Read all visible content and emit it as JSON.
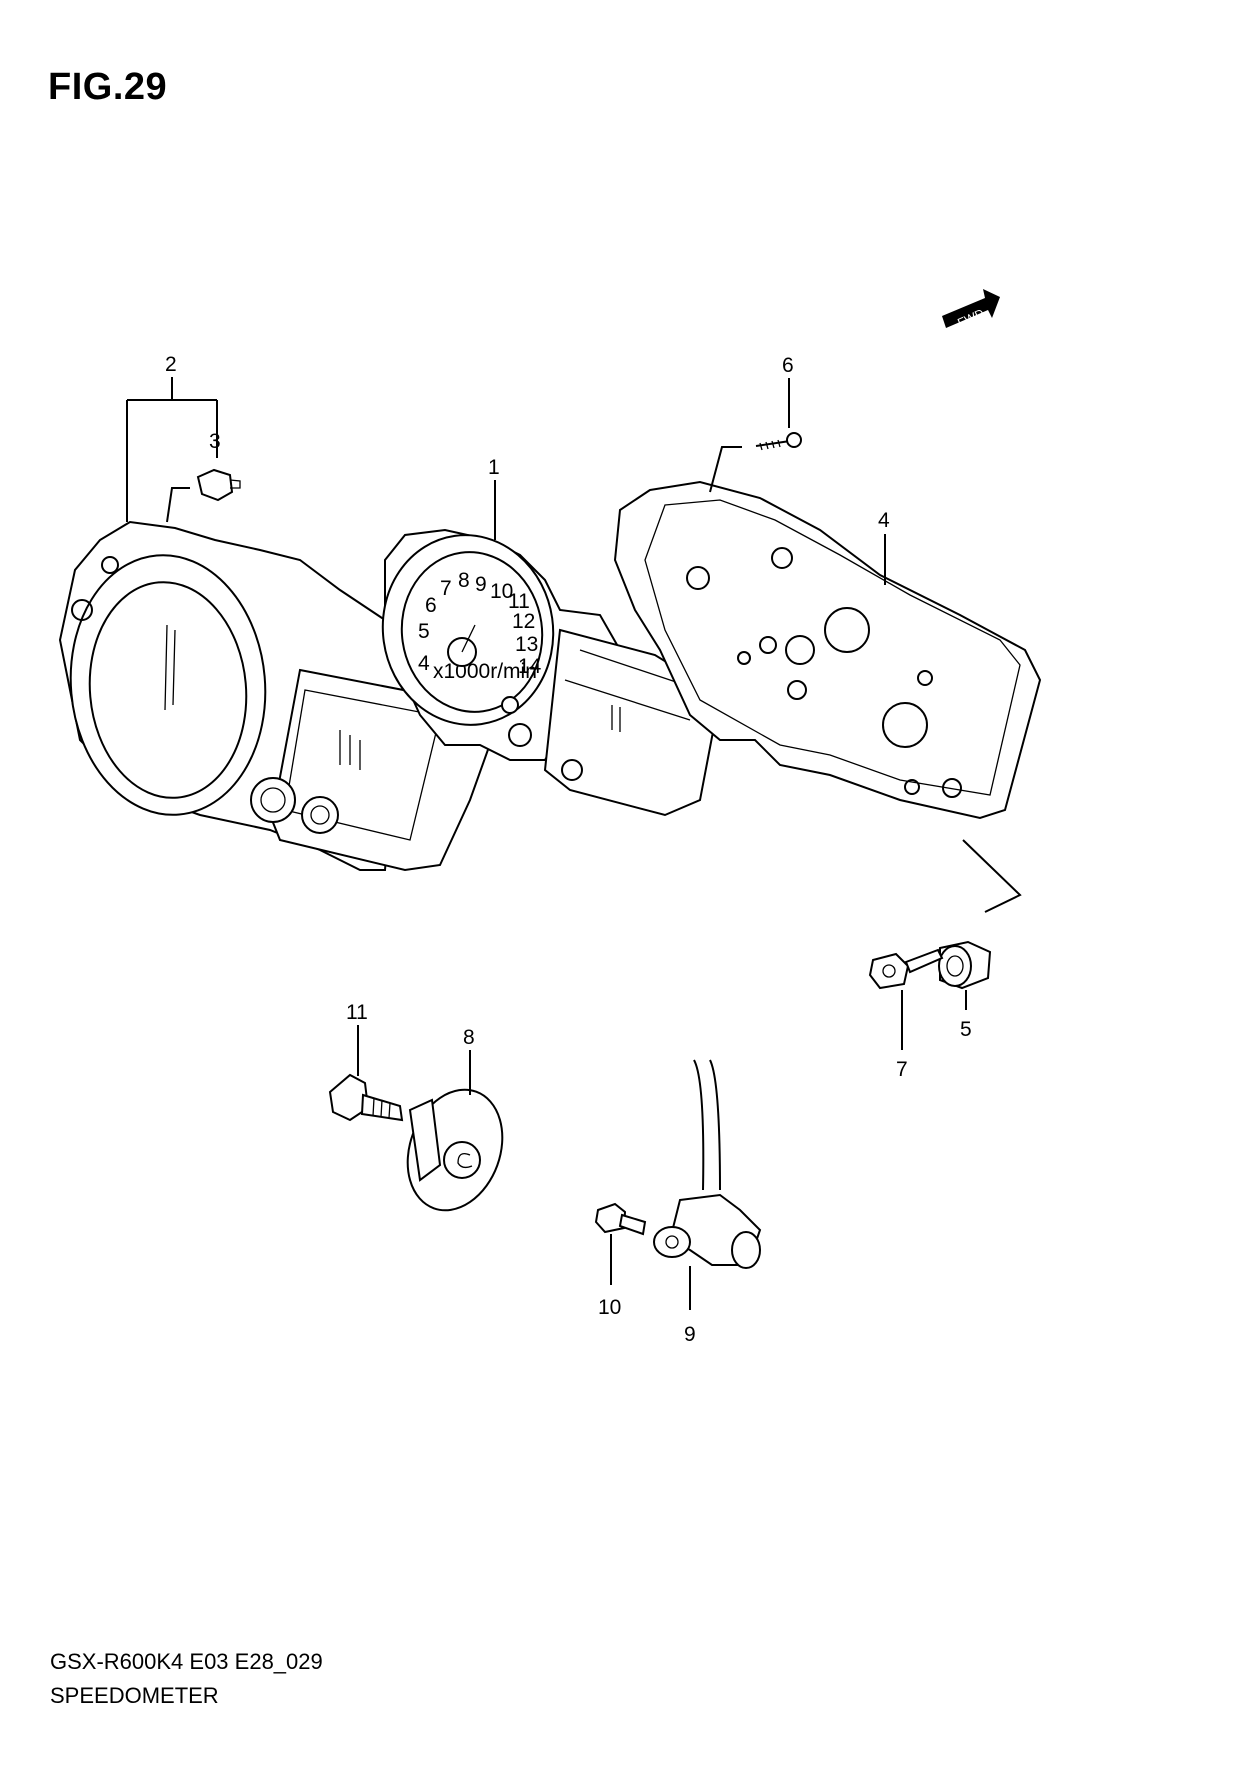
{
  "figure": {
    "title": "FIG.29"
  },
  "footer": {
    "model_code": "GSX-R600K4 E03 E28_029",
    "section_name": "SPEEDOMETER"
  },
  "direction_marker": {
    "label": "FWD"
  },
  "callouts": {
    "c1": "1",
    "c2": "2",
    "c3": "3",
    "c4": "4",
    "c5": "5",
    "c6": "6",
    "c7": "7",
    "c8": "8",
    "c9": "9",
    "c10": "10",
    "c11": "11"
  },
  "tachometer_scale": [
    "4",
    "5",
    "6",
    "7",
    "8",
    "9",
    "10",
    "11",
    "12",
    "13",
    "14"
  ],
  "tachometer_unit": "x1000r/min"
}
